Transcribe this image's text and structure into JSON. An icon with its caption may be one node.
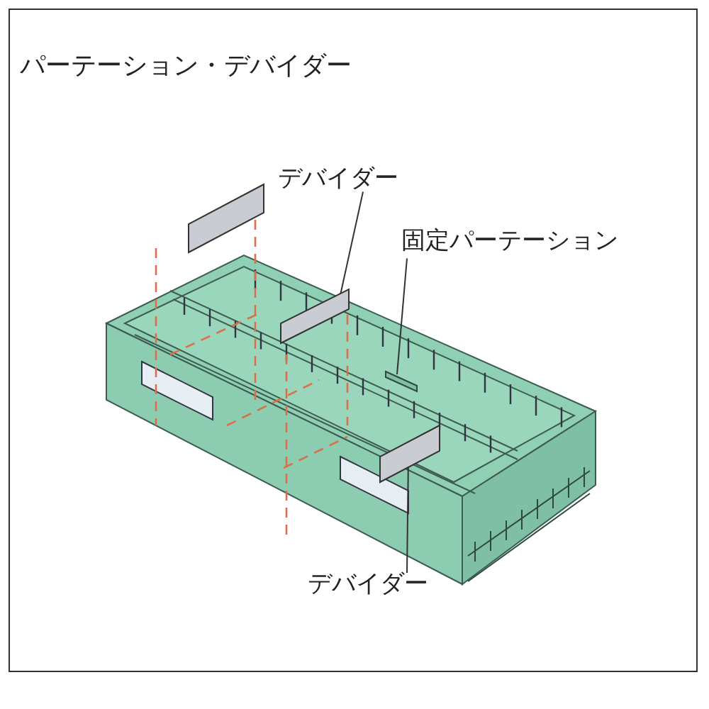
{
  "diagram": {
    "title": "パーテーション・デバイダー",
    "nodes": [
      {
        "text": [
          "デバイダー"
        ]
      },
      {
        "text": [
          "固定パーテーション"
        ]
      },
      {
        "text": [
          "デバイダー"
        ]
      },
      {
        "text": [],
        "shape": "box"
      },
      {
        "text": [],
        "shape": "box"
      },
      {
        "text": [],
        "shape": "box"
      }
    ],
    "edges": [
      {
        "from": 0,
        "to": 3,
        "arrow": "none"
      },
      {
        "from": 1,
        "to": 4,
        "arrow": "none"
      },
      {
        "from": 2,
        "to": 5,
        "arrow": "none"
      }
    ]
  }
}
